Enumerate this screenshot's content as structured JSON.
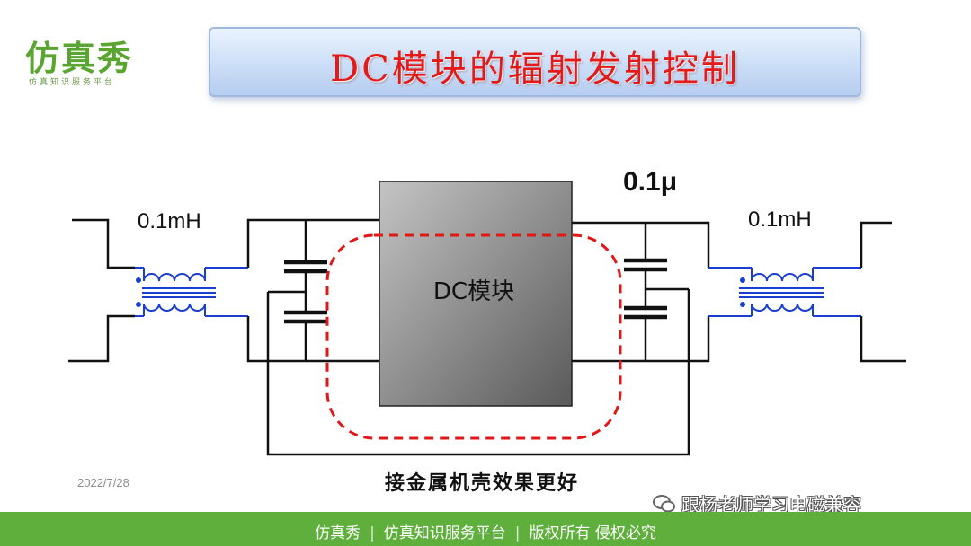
{
  "logo": {
    "name": "仿真秀",
    "tagline": "仿真知识服务平台"
  },
  "title": "DC模块的辐射发射控制",
  "diagram": {
    "left_inductor_label": "0.1mH",
    "right_inductor_label": "0.1mH",
    "capacitor_label": "0.1μ",
    "module_label": "DC模块",
    "bottom_caption": "接金属机壳效果更好",
    "colors": {
      "wire": "#111111",
      "inductor": "#1a3fd0",
      "loop": "#e01818",
      "module": "#7a7a7a"
    }
  },
  "date": "2022/7/28",
  "watermark": "跟杨老师学习电磁兼容",
  "footer": {
    "brand": "仿真秀",
    "platform": "仿真知识服务平台",
    "rights": "版权所有 侵权必究"
  }
}
